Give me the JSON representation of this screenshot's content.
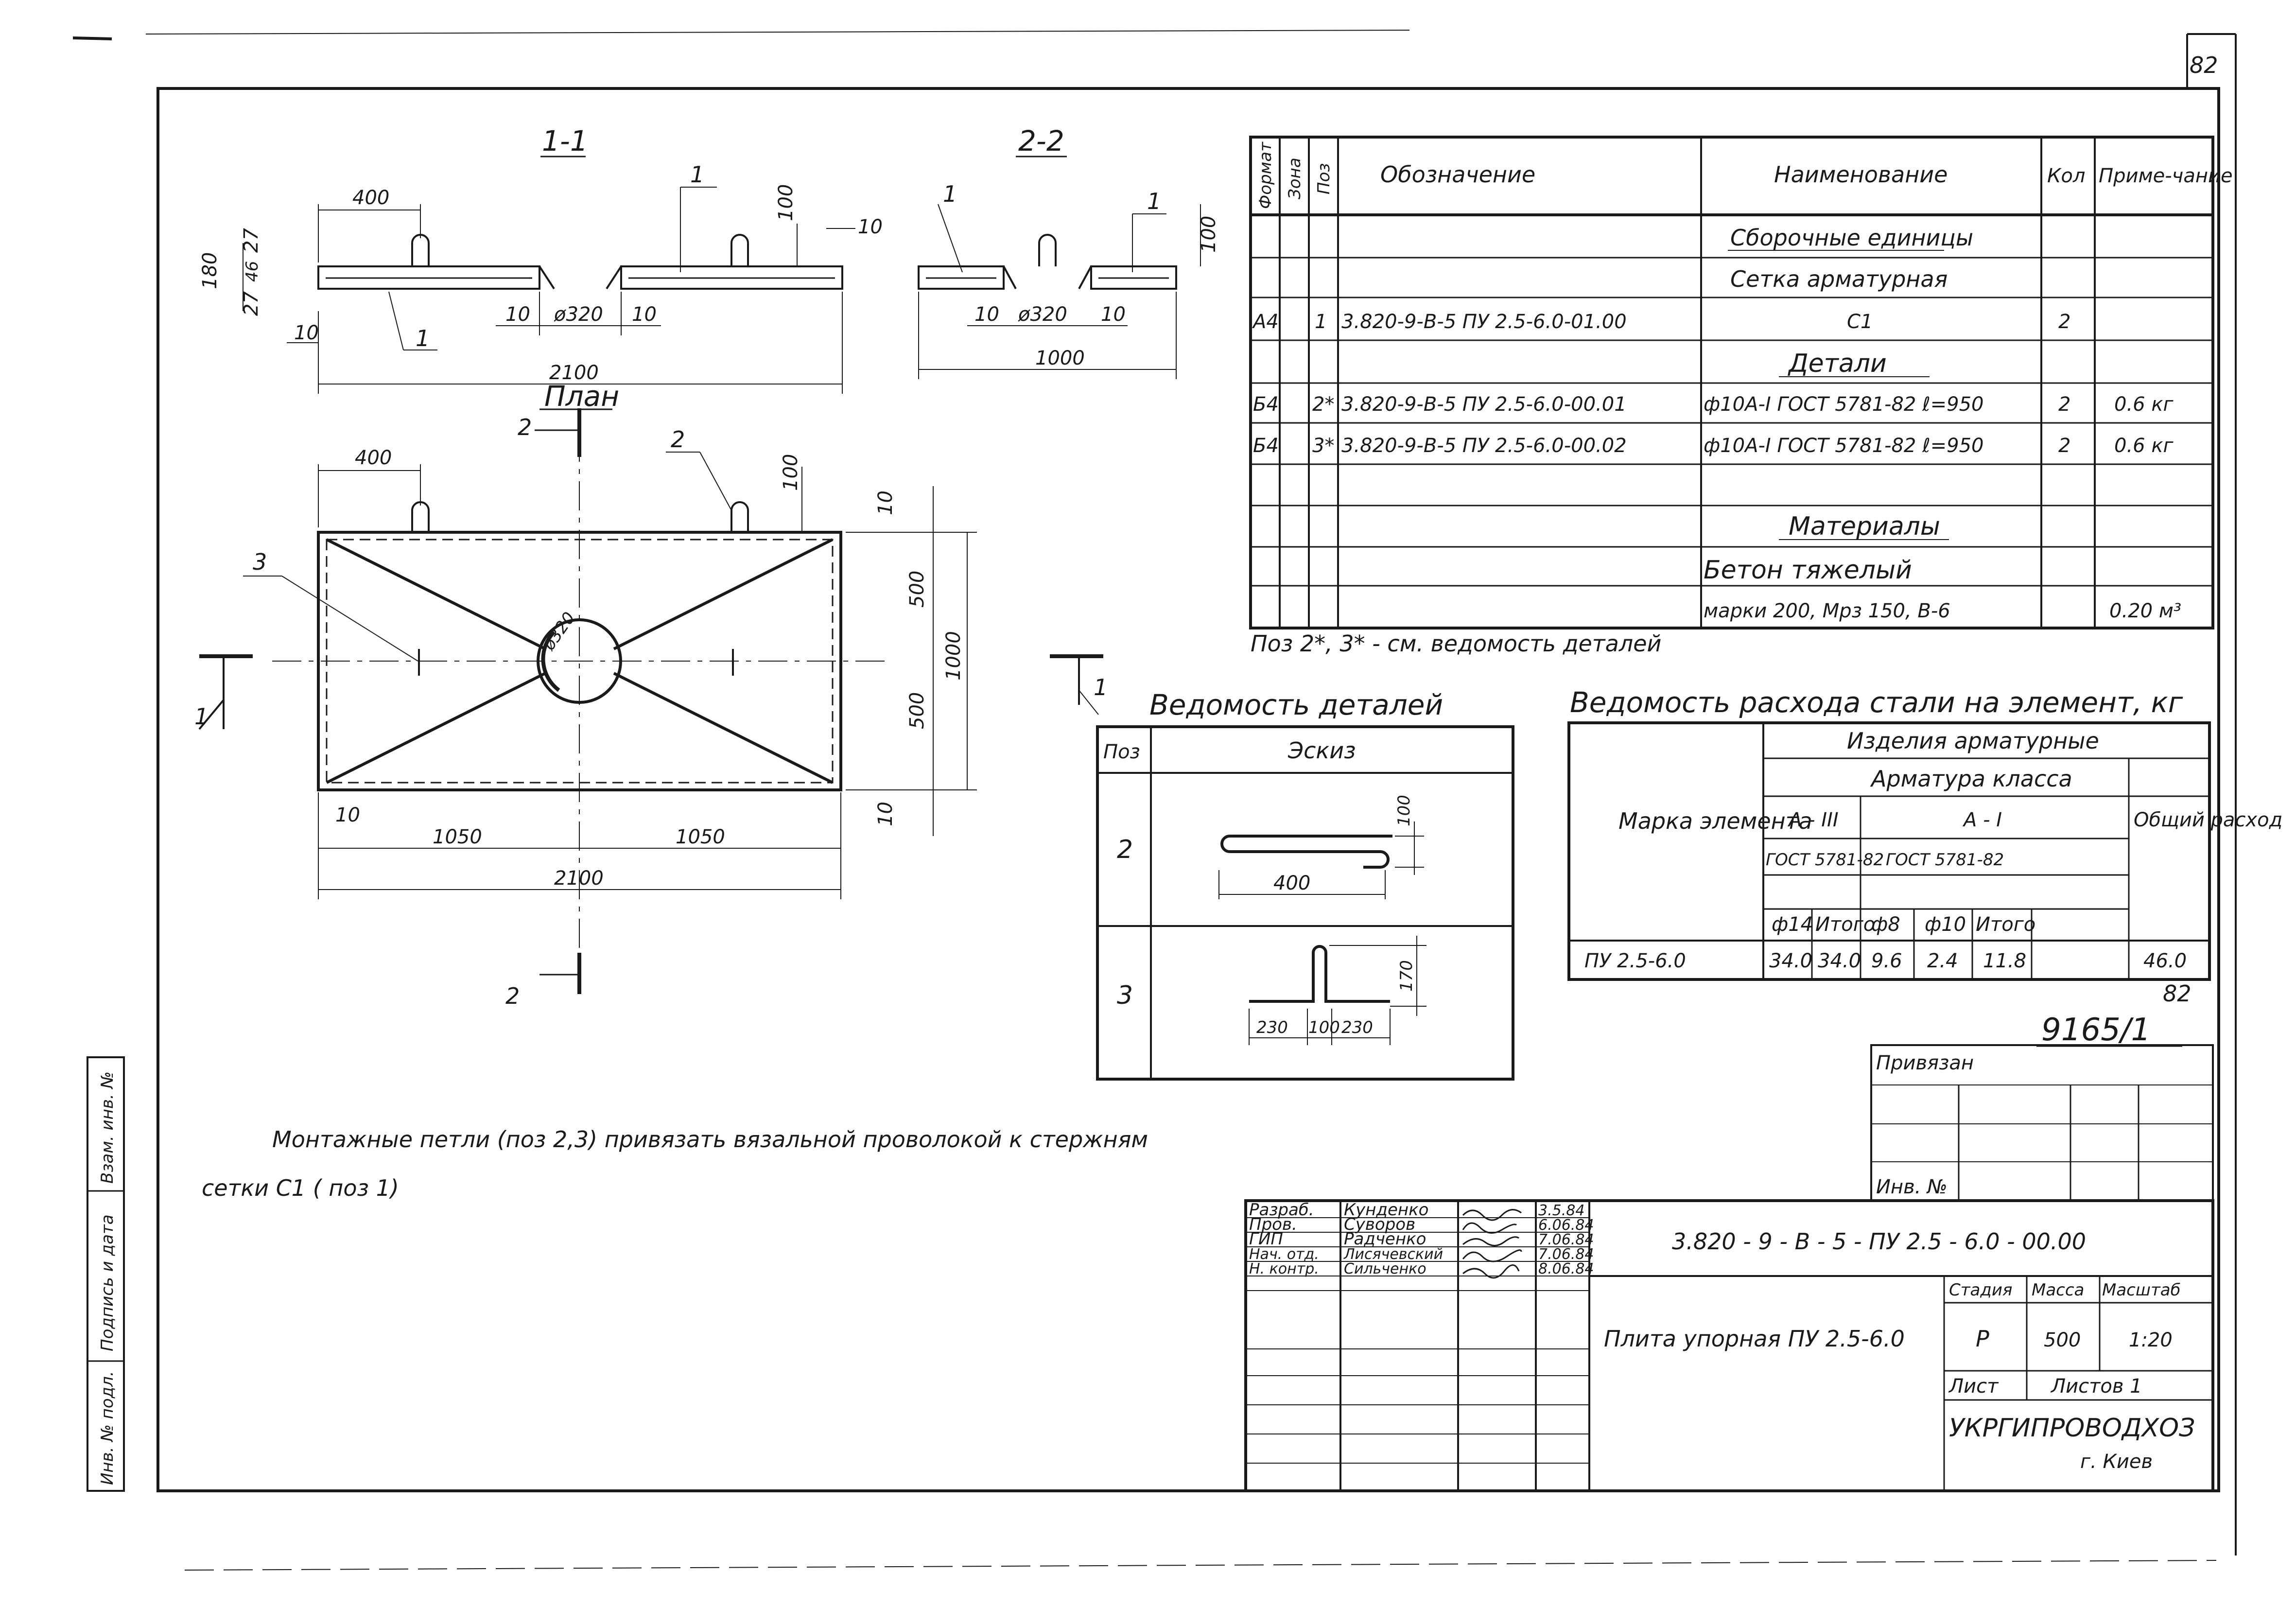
{
  "sheet": {
    "corner_number": "82",
    "sheet_number": "82",
    "archive_number": "9165/1"
  },
  "views": {
    "sec1": {
      "title": "1-1",
      "dims": {
        "d400": "400",
        "d100": "100",
        "d10r": "10",
        "d180": "180",
        "d27a": "27",
        "d46": "46",
        "d27b": "27",
        "d10a": "10",
        "d10b": "10",
        "dia": "ø320",
        "d10c": "10",
        "d2100": "2100"
      },
      "leaders": {
        "a": "1",
        "b": "1"
      }
    },
    "sec2": {
      "title": "2-2",
      "dims": {
        "d100": "100",
        "d10a": "10",
        "dia": "ø320",
        "d10b": "10",
        "d1000": "1000"
      },
      "leaders": {
        "a": "1",
        "b": "1"
      }
    },
    "plan": {
      "title": "План",
      "dims": {
        "d400": "400",
        "d100": "100",
        "d10t": "10",
        "d500a": "500",
        "d500b": "500",
        "d1000": "1000",
        "d10b": "10",
        "d10l": "10",
        "d1050a": "1050",
        "d1050b": "1050",
        "d2100": "2100",
        "dia": "ø320"
      },
      "leaders": {
        "a": "2",
        "b": "2",
        "c": "3"
      },
      "cuts": {
        "c1l": "1",
        "c1r": "1",
        "c2t": "2",
        "c2b": "2"
      }
    }
  },
  "spec": {
    "headers": {
      "format": "Формат",
      "zone": "Зона",
      "pos": "Поз",
      "designation": "Обозначение",
      "name": "Наименование",
      "qty": "Кол",
      "note": "Приме-чание"
    },
    "sections": {
      "assembly": "Сборочные единицы",
      "mesh": "Сетка арматурная",
      "details": "Детали",
      "materials": "Материалы",
      "concrete": "Бетон тяжелый"
    },
    "rows": [
      {
        "format": "А4",
        "pos": "1",
        "designation": "3.820-9-В-5 ПУ 2.5-6.0-01.00",
        "name": "С1",
        "qty": "2",
        "note": ""
      },
      {
        "format": "Б4",
        "pos": "2*",
        "designation": "3.820-9-В-5 ПУ 2.5-6.0-00.01",
        "name": "ф10А-I ГОСТ 5781-82 ℓ=950",
        "qty": "2",
        "note": "0.6 кг"
      },
      {
        "format": "Б4",
        "pos": "3*",
        "designation": "3.820-9-В-5 ПУ 2.5-6.0-00.02",
        "name": "ф10А-I ГОСТ 5781-82 ℓ=950",
        "qty": "2",
        "note": "0.6 кг"
      }
    ],
    "concrete_grade": "марки 200, Мрз 150, В-6",
    "concrete_note": "0.20 м³",
    "footnote": "Поз 2*, 3* - см. ведомость деталей"
  },
  "details": {
    "title": "Ведомость деталей",
    "col_pos": "Поз",
    "col_sketch": "Эскиз",
    "items": [
      {
        "pos": "2",
        "dims": [
          "100",
          "400"
        ]
      },
      {
        "pos": "3",
        "dims": [
          "170",
          "230",
          "100",
          "230"
        ]
      }
    ]
  },
  "steel": {
    "title": "Ведомость расхода стали на элемент, кг",
    "products": "Изделия арматурные",
    "rebar_class": "Арматура класса",
    "mark_header": "Марка элемента",
    "class_a3": "А - III",
    "class_a1": "А - I",
    "gost_a3": "ГОСТ 5781-82",
    "gost_a1": "ГОСТ 5781-82",
    "total_header": "Общий расход",
    "cols": [
      "ф14",
      "Итого",
      "ф8",
      "ф10",
      "Итого"
    ],
    "row": {
      "mark": "ПУ 2.5-6.0",
      "values": [
        "34.0",
        "34.0",
        "9.6",
        "2.4",
        "11.8"
      ],
      "total": "46.0"
    }
  },
  "note": {
    "line1": "Монтажные петли (поз 2,3) привязать вязальной проволокой к стержням",
    "line2": "сетки С1 ( поз 1)"
  },
  "margin_stamp": [
    "Инв. № подл.",
    "Подпись и дата",
    "Взам. инв. №"
  ],
  "privyazan": {
    "title": "Привязан",
    "inv": "Инв. №"
  },
  "title_block": {
    "code": "3.820 - 9 - В - 5 - ПУ 2.5 - 6.0 - 00.00",
    "title": "Плита упорная ПУ 2.5-6.0",
    "stage_h": "Стадия",
    "mass_h": "Масса",
    "scale_h": "Масштаб",
    "stage": "Р",
    "mass": "500",
    "scale": "1:20",
    "sheet_h": "Лист",
    "sheets_h": "Листов 1",
    "org": "УКРГИПРОВОДХОЗ",
    "city": "г. Киев",
    "people": [
      {
        "role": "Разраб.",
        "name": "Кунденко",
        "date": "3.5.84"
      },
      {
        "role": "Пров.",
        "name": "Суворов",
        "date": "6.06.84"
      },
      {
        "role": "ГИП",
        "name": "Радченко",
        "date": "7.06.84"
      },
      {
        "role": "Нач. отд.",
        "name": "Лисячевский",
        "date": "7.06.84"
      },
      {
        "role": "Н. контр.",
        "name": "Сильченко",
        "date": "8.06.84"
      }
    ]
  }
}
